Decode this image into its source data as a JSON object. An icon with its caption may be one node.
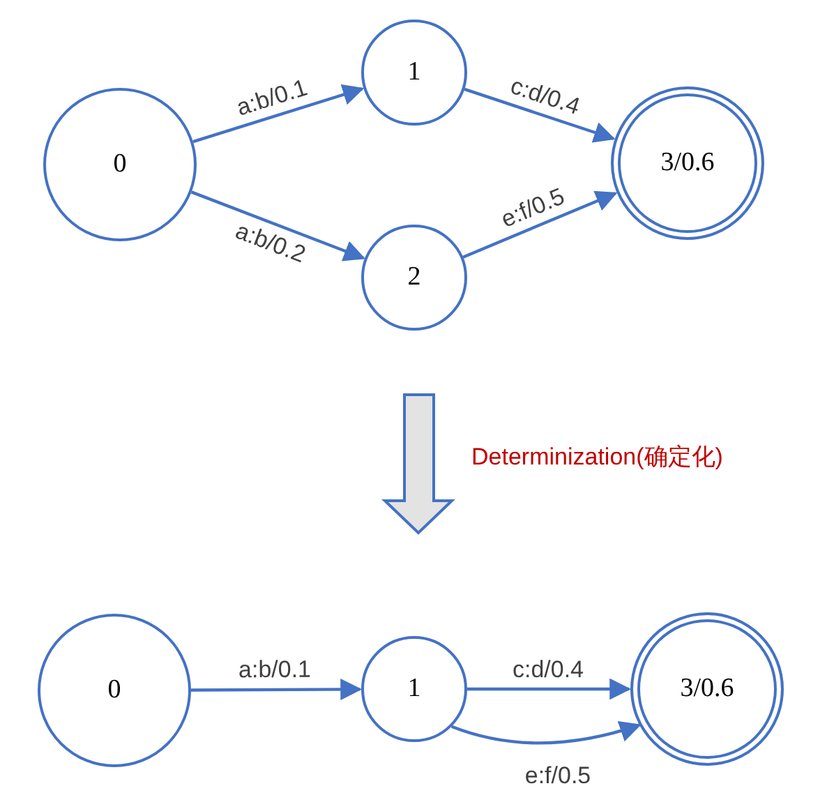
{
  "diagram": {
    "nodes": [
      {
        "text": [
          "0"
        ]
      },
      {
        "text": [
          "1"
        ]
      },
      {
        "text": [
          "2"
        ]
      },
      {
        "text": [
          "3/0.6"
        ]
      },
      {
        "text": [
          "0"
        ]
      },
      {
        "text": [
          "1"
        ]
      },
      {
        "text": [
          "3/0.6"
        ]
      }
    ],
    "edges": [
      {
        "from": 0,
        "to": 1,
        "arrow": "to",
        "label": "a:b/0.1"
      },
      {
        "from": 0,
        "to": 2,
        "arrow": "to",
        "label": "a:b/0.2"
      },
      {
        "from": 1,
        "to": 3,
        "arrow": "to",
        "label": "c:d/0.4"
      },
      {
        "from": 2,
        "to": 3,
        "arrow": "to",
        "label": "e:f/0.5"
      },
      {
        "from": 4,
        "to": 5,
        "arrow": "to",
        "label": "a:b/0.1"
      },
      {
        "from": 5,
        "to": 6,
        "arrow": "to",
        "label": "c:d/0.4"
      },
      {
        "from": 5,
        "to": 6,
        "arrow": "to",
        "label": "e:f/0.5"
      }
    ],
    "labels": [
      "Determinization(确定化)"
    ]
  }
}
